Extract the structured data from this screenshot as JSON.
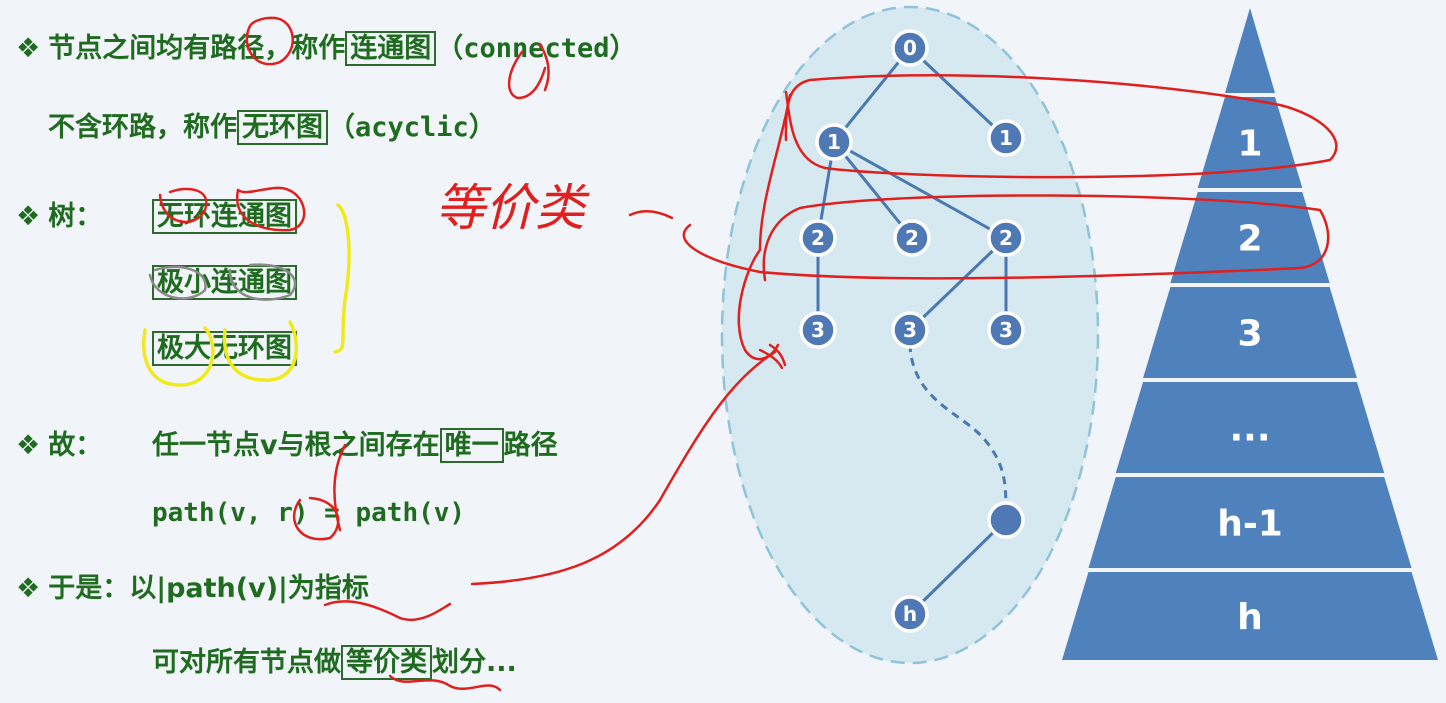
{
  "text": {
    "l1_a": "节点之间均有路径，称作",
    "l1_box": "连通图",
    "l1_b": "（connected）",
    "l2_a": "不含环路，称作",
    "l2_box": "无环图",
    "l2_b": "（acyclic）",
    "tree_label": "树：",
    "tree_def1": "无环连通图",
    "tree_def2": "极小连通图",
    "tree_def3": "极大无环图",
    "so_label": "故：",
    "so_a": "任一节点v与根之间存在",
    "so_box": "唯一",
    "so_b": "路径",
    "path_eq": "path(v, r) = path(v)",
    "then_label": "于是：",
    "then_a": "以|path(v)|为指标",
    "last_a": "可对所有节点做",
    "last_box": "等价类",
    "last_b": "划分...",
    "handwritten": "等价类"
  },
  "tree_nodes": [
    "0",
    "1",
    "1",
    "2",
    "2",
    "2",
    "3",
    "3",
    "3",
    "",
    "h"
  ],
  "pyramid_levels": [
    "",
    "1",
    "2",
    "3",
    "...",
    "h-1",
    "h"
  ],
  "colors": {
    "green_text": "#1f6b1f",
    "node_fill": "#4f79b4",
    "pyramid_fill": "#4f81bd",
    "ellipse_fill": "#d6e9f0",
    "annotation_red": "#e0201e",
    "annotation_yellow": "#f0ea1a"
  }
}
